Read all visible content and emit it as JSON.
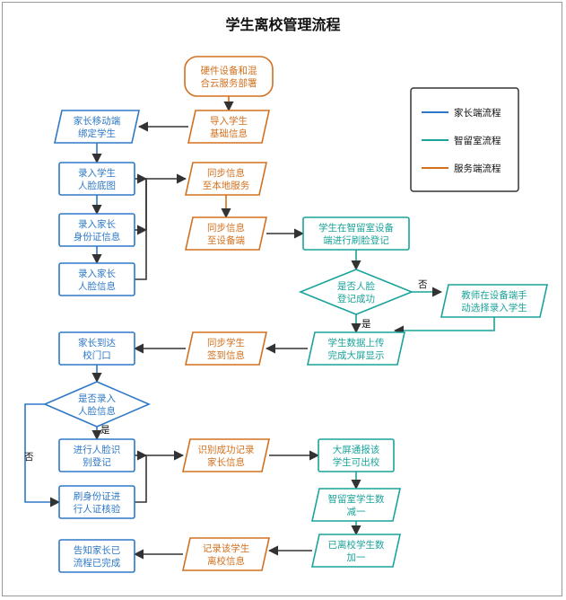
{
  "title": "学生离校管理流程",
  "colors": {
    "parent": "#2e78c7",
    "room": "#1aa39a",
    "server": "#d2701e",
    "arrow": "#333333",
    "text": "#111111"
  },
  "legend": {
    "parent": "家长端流程",
    "room": "智留室流程",
    "server": "服务端流程"
  },
  "nodes": {
    "hw": [
      "硬件设备和混",
      "合云服务部署"
    ],
    "import_info": [
      "导入学生",
      "基础信息"
    ],
    "bind": [
      "家长移动端",
      "绑定学生"
    ],
    "enter_face": [
      "录入学生",
      "人脸底图"
    ],
    "enter_id": [
      "录入家长",
      "身份证信息"
    ],
    "enter_pface": [
      "录入家长",
      "人脸信息"
    ],
    "sync_local": [
      "同步信息",
      "至本地服务"
    ],
    "sync_device": [
      "同步信息",
      "至设备端"
    ],
    "student_reg": [
      "学生在智留室设备",
      "端进行刷脸登记"
    ],
    "decide_face": [
      "是否人脸",
      "登记成功"
    ],
    "teacher": [
      "教师在设备端手",
      "动选择录入学生"
    ],
    "upload": [
      "学生数据上传",
      "完成大屏显示"
    ],
    "sync_sign": [
      "同步学生",
      "签到信息"
    ],
    "arrive": [
      "家长到达",
      "校门口"
    ],
    "decide_parent": [
      "是否录入",
      "人脸信息"
    ],
    "face_reg": [
      "进行人脸识",
      "别登记"
    ],
    "id_verify": [
      "刷身份证进",
      "行人证核验"
    ],
    "record_ok": [
      "识别成功记录",
      "家长信息"
    ],
    "screen": [
      "大屏通报该",
      "学生可出校"
    ],
    "room_dec": [
      "智留室学生数",
      "减一"
    ],
    "left_inc": [
      "已离校学生数",
      "加一"
    ],
    "record_leave": [
      "记录该学生",
      "离校信息"
    ],
    "notify": [
      "告知家长已",
      "流程已完成"
    ]
  },
  "edge_labels": {
    "no_1": "否",
    "yes_1": "是",
    "yes_2": "是",
    "no_2": "否"
  }
}
